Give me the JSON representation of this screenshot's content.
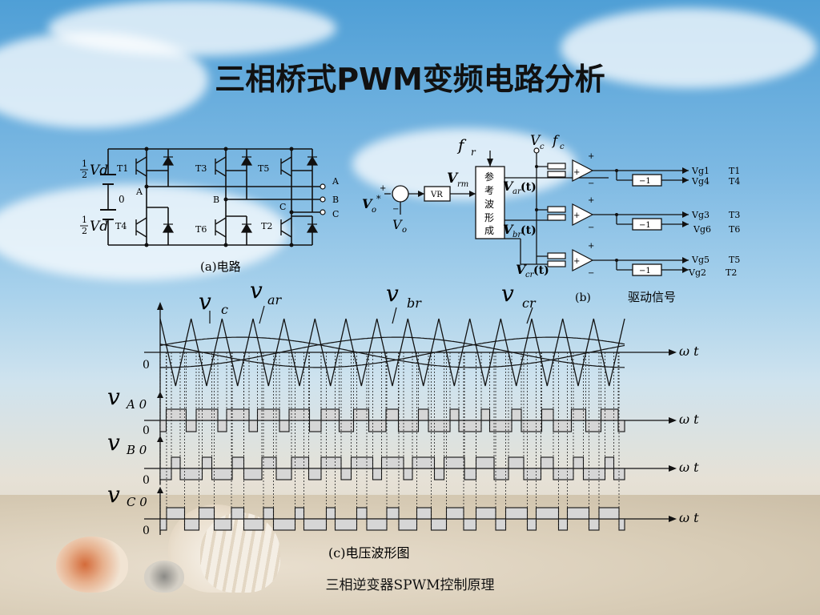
{
  "slide": {
    "title": "三相桥式PWM变频电路分析",
    "caption_a": "(a)电路",
    "caption_b_paren": "(b)",
    "caption_b_text": "驱动信号",
    "caption_c": "(c)电压波形图",
    "footer": "三相逆变器SPWM控制原理"
  },
  "circuit": {
    "supply_top": "Vd",
    "supply_bottom": "Vd",
    "half": "1",
    "half_den": "2",
    "zero": "0",
    "switches": [
      "T1",
      "T3",
      "T5",
      "T4",
      "T6",
      "T2"
    ],
    "phases": [
      "A",
      "B",
      "C"
    ]
  },
  "control": {
    "fr": "f",
    "fr_sub": "r",
    "vc": "V",
    "vc_sub": "c",
    "fc": "f",
    "fc_sub": "c",
    "vo_star": "V",
    "vo_star_sub": "o",
    "vo_star_sup": "*",
    "vo": "V",
    "vo_sub": "o",
    "vr_block": "VR",
    "vrm": "V",
    "vrm_sub": "rm",
    "ref_block": [
      "参",
      "考",
      "波",
      "形",
      "成"
    ],
    "var": "V",
    "var_sub": "ar",
    "var_t": "(t)",
    "vbr": "V",
    "vbr_sub": "br",
    "vbr_t": "(t)",
    "vcr": "V",
    "vcr_sub": "cr",
    "vcr_t": "(t)",
    "neg_block": "−1",
    "plus": "+",
    "minus": "−",
    "outputs": [
      {
        "vg": "Vg1",
        "t": "T1"
      },
      {
        "vg": "Vg4",
        "t": "T4"
      },
      {
        "vg": "Vg3",
        "t": "T3"
      },
      {
        "vg": "Vg6",
        "t": "T6"
      },
      {
        "vg": "Vg5",
        "t": "T5"
      },
      {
        "vg": "Vg2",
        "t": "T2"
      }
    ]
  },
  "waveforms": {
    "v": "v",
    "vc_sub": "c",
    "var_sub": "ar",
    "vbr_sub": "br",
    "vcr_sub": "cr",
    "omega_t": "ω t",
    "zero": "0",
    "va0_sub": "A 0",
    "vb0_sub": "B 0",
    "vc0_sub": "C 0",
    "carrier_cycles": 15,
    "modulation_index": 0.45
  }
}
